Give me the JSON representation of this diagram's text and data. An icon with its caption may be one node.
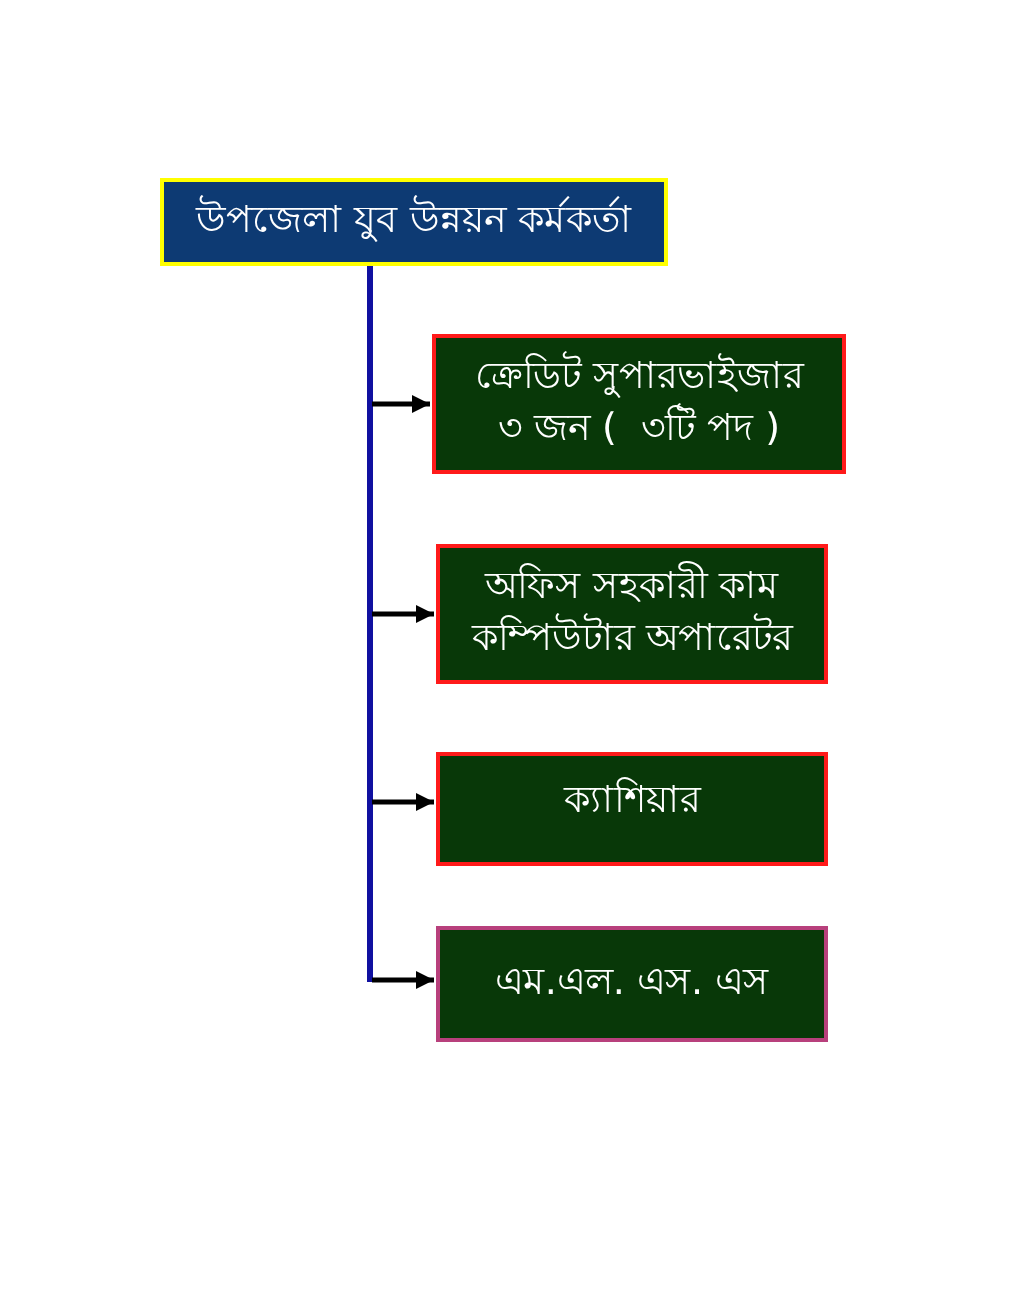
{
  "diagram": {
    "nodes": [
      {
        "text": [
          "উপজেলা যুব উন্নয়ন কর্মকর্তা"
        ]
      },
      {
        "text": [
          "ক্রেডিট সুপারভাইজার ৩ জন (  ৩টি পদ )"
        ]
      },
      {
        "text": [
          "অফিস সহকারী কাম কম্পিউটার অপারেটর"
        ]
      },
      {
        "text": [
          "ক্যাশিয়ার"
        ]
      },
      {
        "text": [
          "এম.এল. এস. এস"
        ]
      }
    ],
    "edges": [
      {
        "from": 0,
        "to": 1,
        "arrow": "to"
      },
      {
        "from": 0,
        "to": 2,
        "arrow": "to"
      },
      {
        "from": 0,
        "to": 3,
        "arrow": "to"
      },
      {
        "from": 0,
        "to": 4,
        "arrow": "to"
      }
    ]
  }
}
